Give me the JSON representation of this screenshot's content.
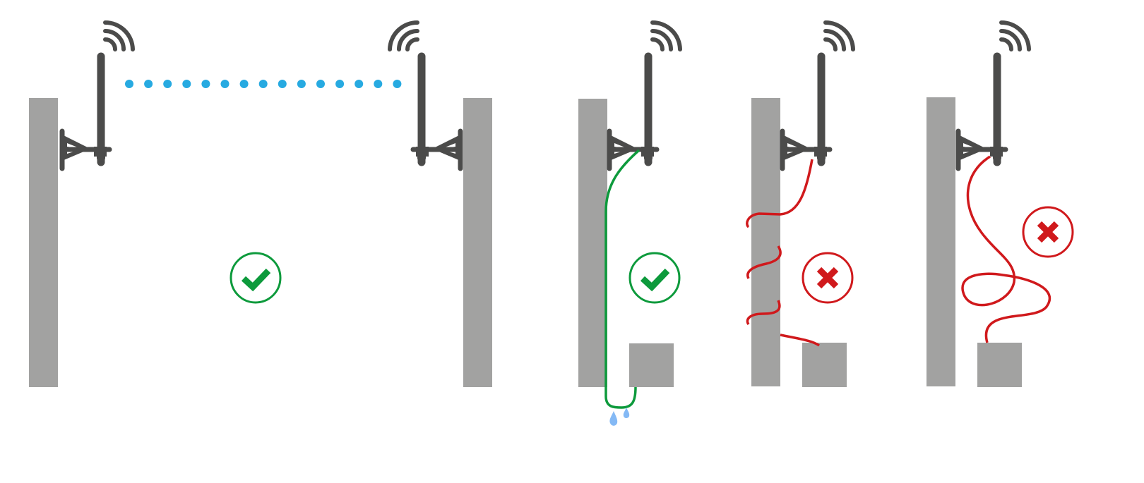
{
  "colors": {
    "pole": "#a2a2a1",
    "antenna": "#4b4b4a",
    "signal_link": "#27aae1",
    "correct": "#0d9a3c",
    "incorrect": "#d0191c",
    "water_drop": "#84b9f5"
  },
  "panels": [
    {
      "id": "point-to-point-link",
      "status": "correct",
      "icon": "check-icon"
    },
    {
      "id": "cable-with-drip-loop",
      "status": "correct",
      "icon": "check-icon"
    },
    {
      "id": "cable-wrapped-around-pole",
      "status": "incorrect",
      "icon": "cross-icon"
    },
    {
      "id": "cable-loose-loops",
      "status": "incorrect",
      "icon": "cross-icon"
    }
  ]
}
